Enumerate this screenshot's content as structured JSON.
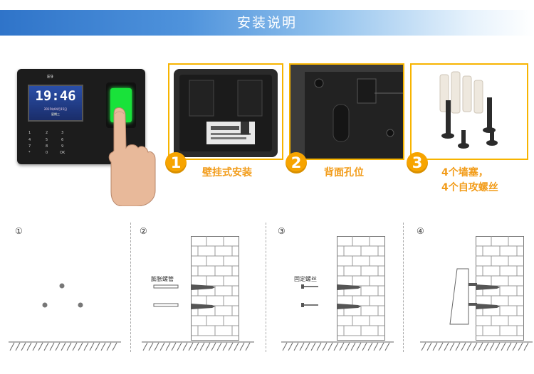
{
  "banner": {
    "title": "安装说明"
  },
  "device": {
    "brand": "E9",
    "time": "19:46",
    "date": "2015年04月15日",
    "weekday": "星期三",
    "keys": [
      "1",
      "2",
      "3",
      "4",
      "5",
      "6",
      "7",
      "8",
      "9",
      "*",
      "0",
      "OK"
    ]
  },
  "steps": [
    {
      "number": "1",
      "caption": "壁挂式安装"
    },
    {
      "number": "2",
      "caption": "背面孔位"
    },
    {
      "number": "3",
      "caption_line1": "4个墙塞，",
      "caption_line2": "4个自攻螺丝"
    }
  ],
  "diagrams": [
    {
      "number": "①"
    },
    {
      "number": "②",
      "label": "膨胀螺管"
    },
    {
      "number": "③",
      "label": "固定螺丝"
    },
    {
      "number": "④"
    }
  ],
  "colors": {
    "accent": "#f7a400",
    "caption": "#f29c1a",
    "banner_start": "#2f74c9",
    "sensor": "#19e23a"
  }
}
